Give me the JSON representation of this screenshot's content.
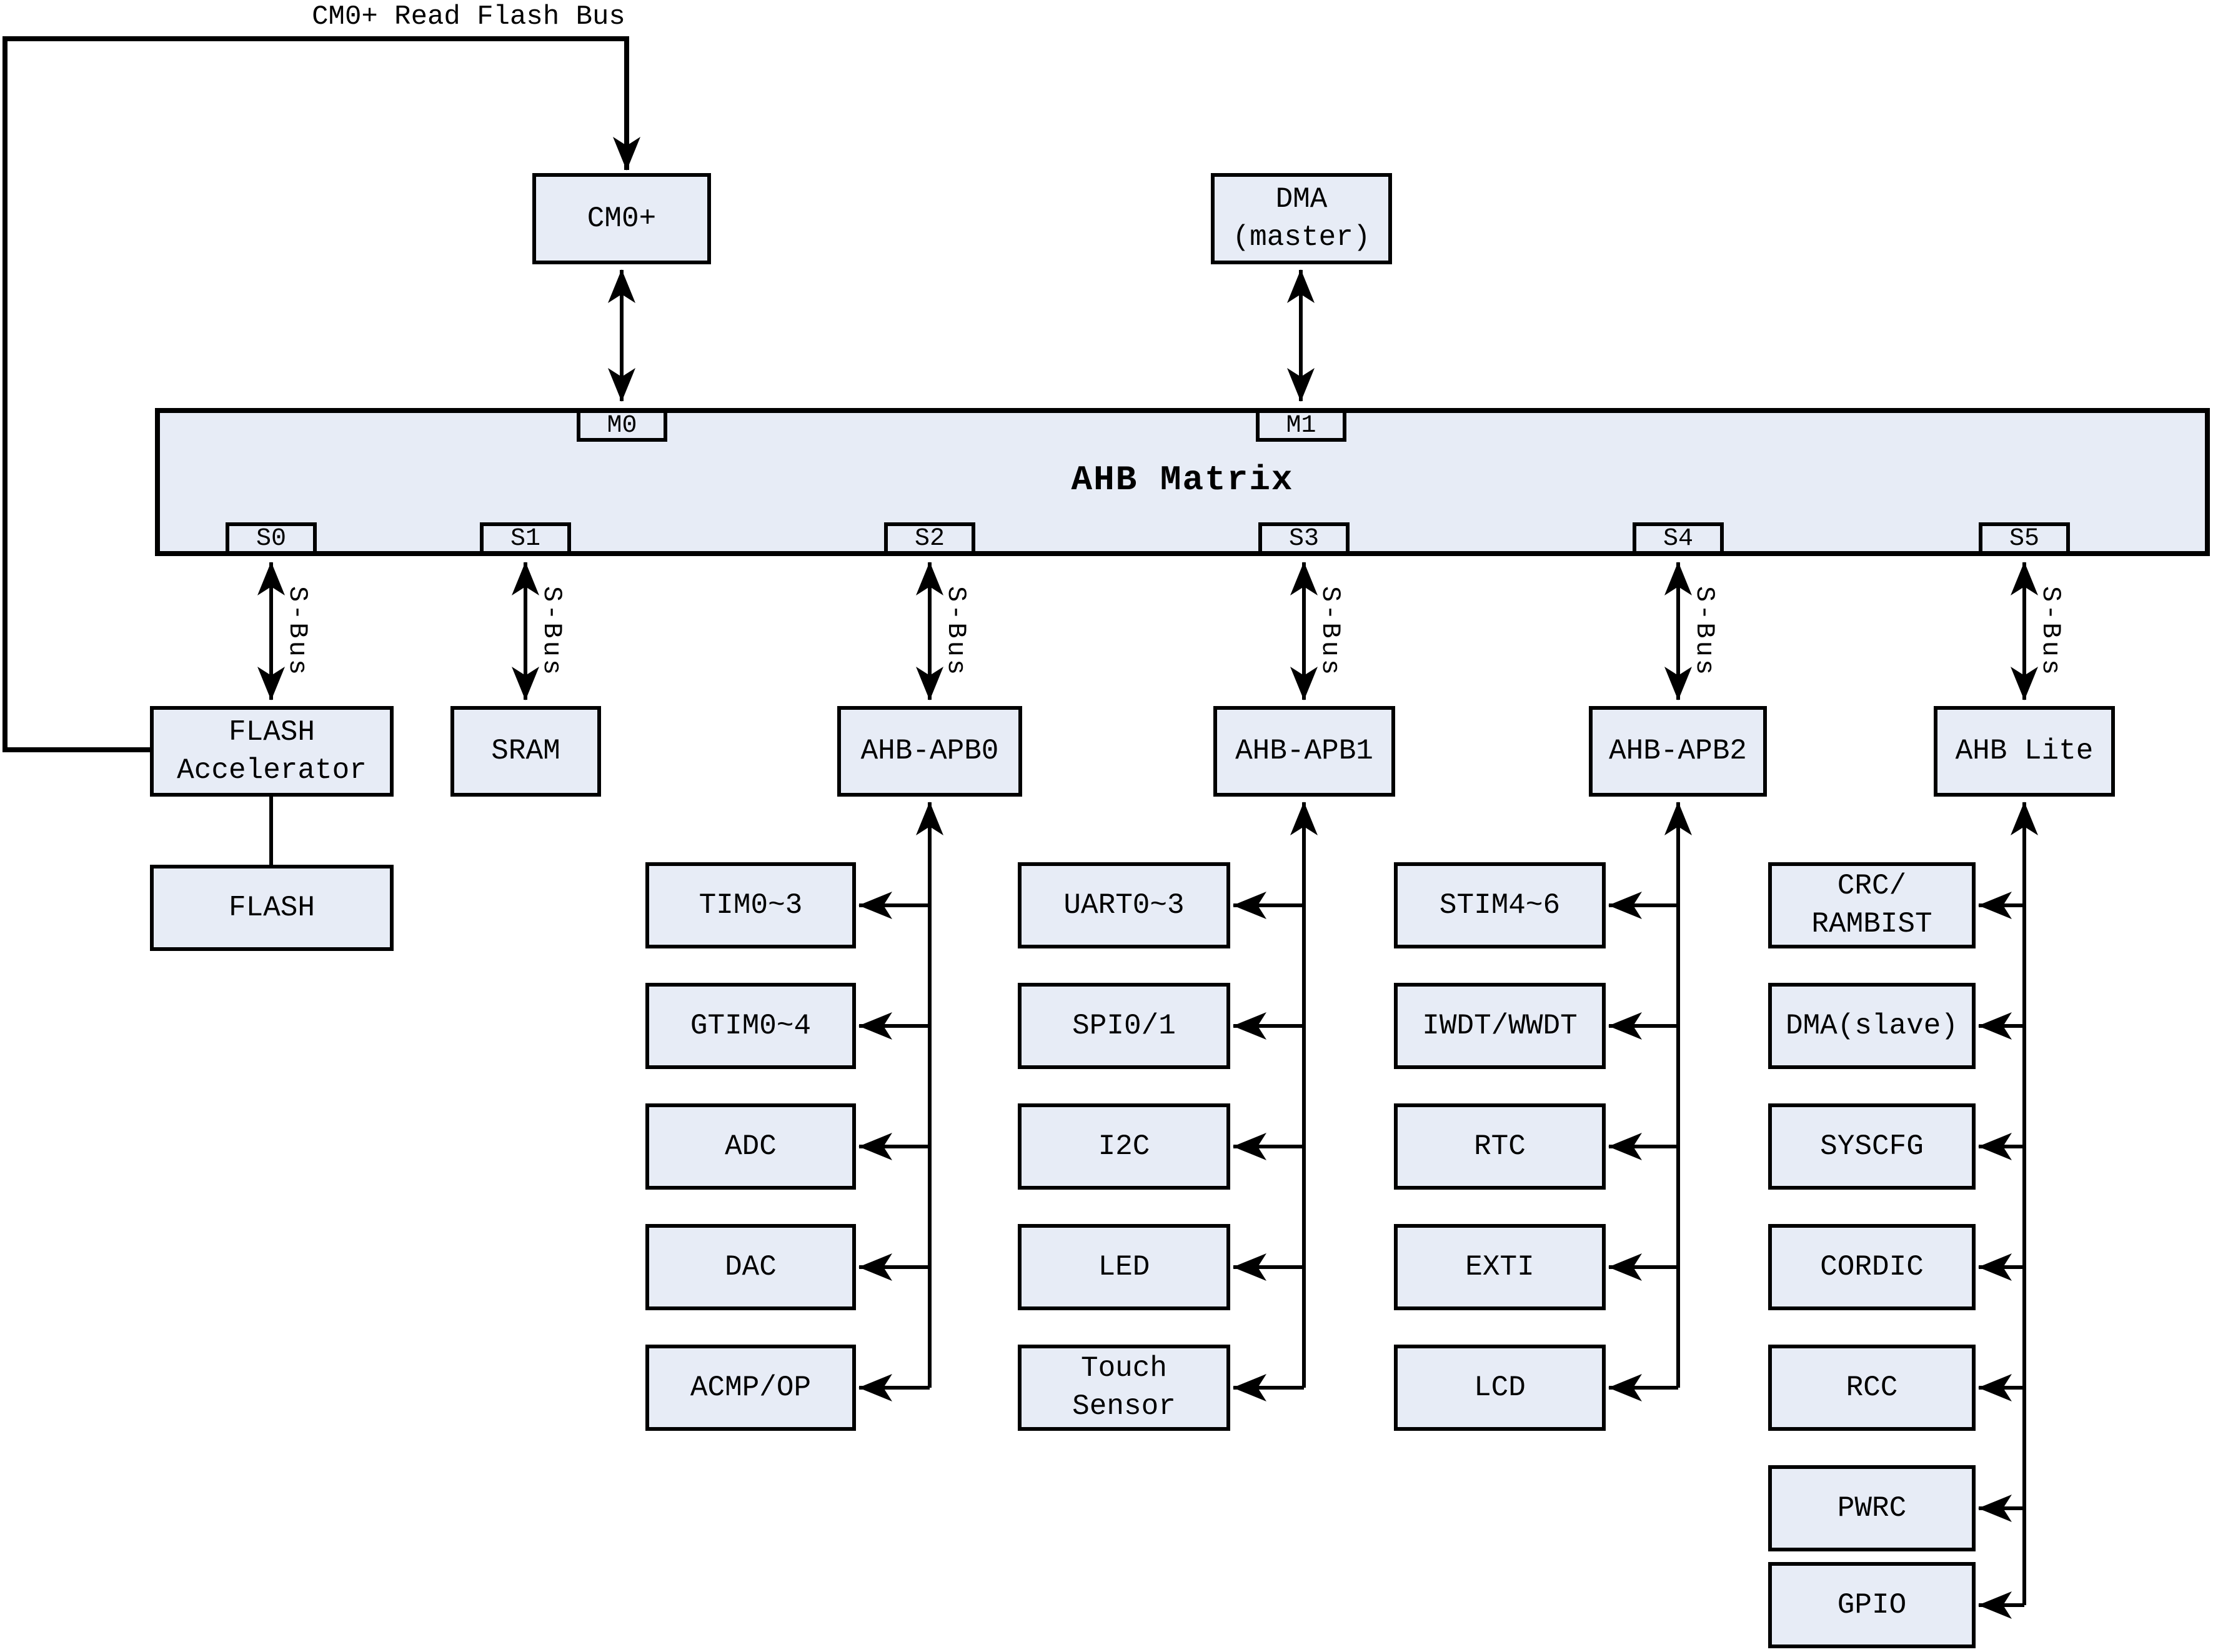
{
  "bus_label": "CM0+ Read Flash Bus",
  "matrix": {
    "title": "AHB Matrix",
    "m_ports": [
      "M0",
      "M1"
    ],
    "s_ports": [
      "S0",
      "S1",
      "S2",
      "S3",
      "S4",
      "S5"
    ],
    "s_bus": "S-Bus"
  },
  "masters": {
    "cm0": "CM0+",
    "dma": "DMA\n(master)"
  },
  "bridges": {
    "flash_acc": "FLASH\nAccelerator",
    "sram": "SRAM",
    "apb0": "AHB-APB0",
    "apb1": "AHB-APB1",
    "apb2": "AHB-APB2",
    "ahb_lite": "AHB Lite"
  },
  "memory": {
    "flash": "FLASH"
  },
  "peripherals": {
    "apb0": [
      "TIM0~3",
      "GTIM0~4",
      "ADC",
      "DAC",
      "ACMP/OP"
    ],
    "apb1": [
      "UART0~3",
      "SPI0/1",
      "I2C",
      "LED",
      "Touch\nSensor"
    ],
    "apb2": [
      "STIM4~6",
      "IWDT/WWDT",
      "RTC",
      "EXTI",
      "LCD"
    ],
    "ahb_lite": [
      "CRC/\nRAMBIST",
      "DMA(slave)",
      "SYSCFG",
      "CORDIC",
      "RCC",
      "PWRC",
      "GPIO"
    ]
  },
  "colors": {
    "box_fill": "#e7ecf6",
    "line": "#000000"
  }
}
